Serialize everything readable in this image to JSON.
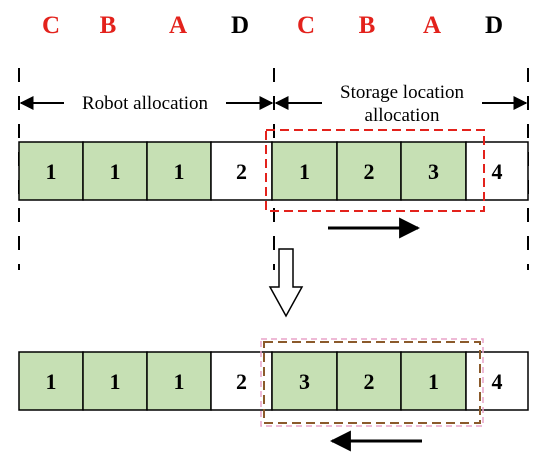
{
  "colors": {
    "header_red": "#e3221c",
    "header_black": "#000000",
    "cell_green": "#c6e0b4",
    "cell_white": "#ffffff",
    "stroke": "#000000",
    "dashed_box_top": "#e3221c",
    "dashed_box_bottom": "#8b5a2b"
  },
  "headers": [
    {
      "text": "C",
      "color": "red"
    },
    {
      "text": "B",
      "color": "red"
    },
    {
      "text": "A",
      "color": "red"
    },
    {
      "text": "D",
      "color": "black"
    },
    {
      "text": "C",
      "color": "red"
    },
    {
      "text": "B",
      "color": "red"
    },
    {
      "text": "A",
      "color": "red"
    },
    {
      "text": "D",
      "color": "black"
    }
  ],
  "spans": {
    "robot_allocation": "Robot allocation",
    "storage_location_line1": "Storage location",
    "storage_location_line2": "allocation"
  },
  "row_top": [
    {
      "value": "1",
      "fill": "green"
    },
    {
      "value": "1",
      "fill": "green"
    },
    {
      "value": "1",
      "fill": "green"
    },
    {
      "value": "2",
      "fill": "white"
    },
    {
      "value": "1",
      "fill": "green"
    },
    {
      "value": "2",
      "fill": "green"
    },
    {
      "value": "3",
      "fill": "green"
    },
    {
      "value": "4",
      "fill": "white"
    }
  ],
  "row_bottom": [
    {
      "value": "1",
      "fill": "green"
    },
    {
      "value": "1",
      "fill": "green"
    },
    {
      "value": "1",
      "fill": "green"
    },
    {
      "value": "2",
      "fill": "white"
    },
    {
      "value": "3",
      "fill": "green"
    },
    {
      "value": "2",
      "fill": "green"
    },
    {
      "value": "1",
      "fill": "green"
    },
    {
      "value": "4",
      "fill": "white"
    }
  ],
  "icons": {
    "top_direction": "arrow-right-icon",
    "transition": "hollow-arrow-down-icon",
    "bottom_direction": "arrow-left-icon"
  }
}
